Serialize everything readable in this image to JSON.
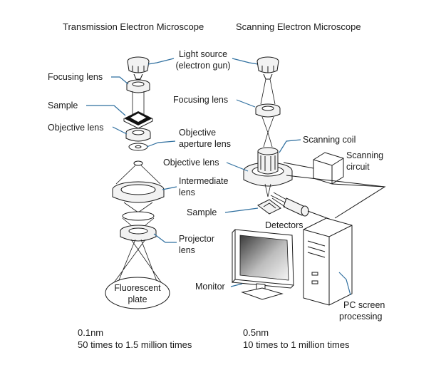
{
  "titles": {
    "tem": "Transmission Electron Microscope",
    "sem": "Scanning Electron Microscope"
  },
  "labels": {
    "light_source_line1": "Light source",
    "light_source_line2": "(electron gun)",
    "tem_focusing_lens": "Focusing lens",
    "tem_sample": "Sample",
    "tem_objective_lens": "Objective lens",
    "objective_aperture_line1": "Objective",
    "objective_aperture_line2": "aperture lens",
    "intermediate_line1": "Intermediate",
    "intermediate_line2": "lens",
    "projector_line1": "Projector",
    "projector_line2": "lens",
    "fluorescent_line1": "Fluorescent",
    "fluorescent_line2": "plate",
    "sem_focusing_lens": "Focusing lens",
    "scanning_coil": "Scanning coil",
    "scanning_circuit_line1": "Scanning",
    "scanning_circuit_line2": "circuit",
    "sem_objective_lens": "Objective lens",
    "sem_sample": "Sample",
    "detectors": "Detectors",
    "monitor": "Monitor",
    "pc_line1": "PC screen",
    "pc_line2": "processing"
  },
  "specs": {
    "tem_resolution": "0.1nm",
    "tem_magnification": "50 times to 1.5 million times",
    "sem_resolution": "0.5nm",
    "sem_magnification": "10 times to 1 million times"
  },
  "colors": {
    "leader_line": "#2f6f9f",
    "outline": "#1a1a1a",
    "part_fill": "#f2f2f2"
  }
}
